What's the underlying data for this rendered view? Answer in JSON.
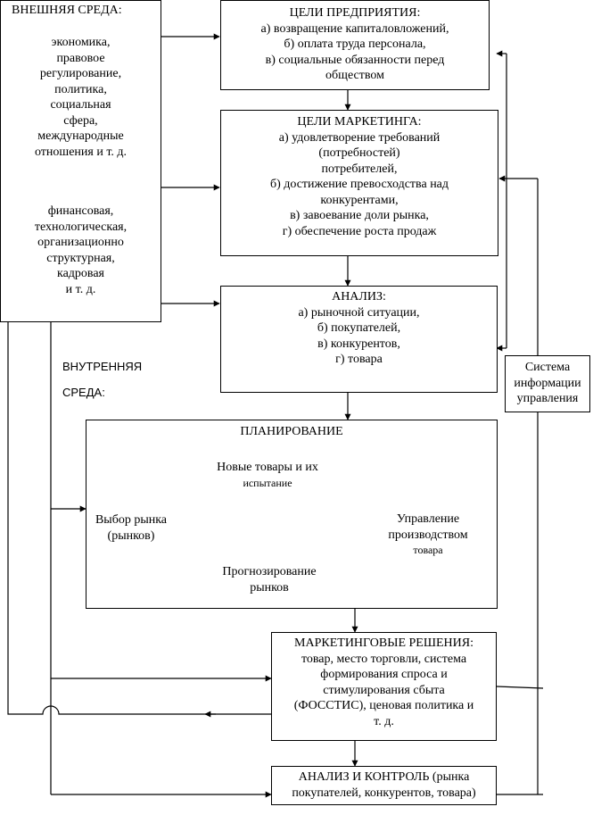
{
  "external_env": {
    "title": "ВНЕШНЯЯ СРЕДА:",
    "group1": [
      "экономика,",
      "правовое",
      "регулирование,",
      "политика,",
      "социальная",
      "сфера,",
      "международные",
      "отношения и т. д."
    ],
    "group2": [
      "финансовая,",
      "технологическая,",
      "организационно",
      "структурная,",
      "кадровая",
      "и т. д."
    ]
  },
  "internal_env": {
    "line1": "ВНУТРЕННЯЯ",
    "line2": "СРЕДА:"
  },
  "enterprise_goals": {
    "title": "ЦЕЛИ ПРЕДПРИЯТИЯ:",
    "lines": [
      "а) возвращение капиталовложений,",
      "б) оплата труда персонала,",
      "в) социальные обязанности перед",
      "обществом"
    ]
  },
  "marketing_goals": {
    "title": "ЦЕЛИ МАРКЕТИНГА:",
    "lines": [
      "а) удовлетворение требований",
      "(потребностей)",
      "потребителей,",
      "б) достижение превосходства над",
      "конкурентами,",
      "в) завоевание доли рынка,",
      "г) обеспечение роста продаж"
    ]
  },
  "analysis": {
    "title": "АНАЛИЗ:",
    "lines": [
      "а) рыночной ситуации,",
      "б) покупателей,",
      "в) конкурентов,",
      "г) товара"
    ]
  },
  "mis": {
    "lines": [
      "Система",
      "информации",
      "управления"
    ]
  },
  "planning": {
    "title": "ПЛАНИРОВАНИЕ",
    "new_products": [
      "Новые товары и их",
      "испытание"
    ],
    "market_choice": [
      "Выбор рынка",
      "(рынков)"
    ],
    "production": [
      "Управление",
      "производством",
      "товара"
    ],
    "forecasting": [
      "Прогнозирование",
      "рынков"
    ]
  },
  "marketing_decisions": {
    "title": "МАРКЕТИНГОВЫЕ РЕШЕНИЯ:",
    "lines": [
      "товар, место торговли, система",
      "формирования спроса и",
      "стимулирования сбыта",
      "(ФОССТИС), ценовая политика и",
      "т. д."
    ]
  },
  "control": {
    "lines": [
      "АНАЛИЗ И КОНТРОЛЬ (рынка",
      "покупателей, конкурентов, товара)"
    ]
  }
}
